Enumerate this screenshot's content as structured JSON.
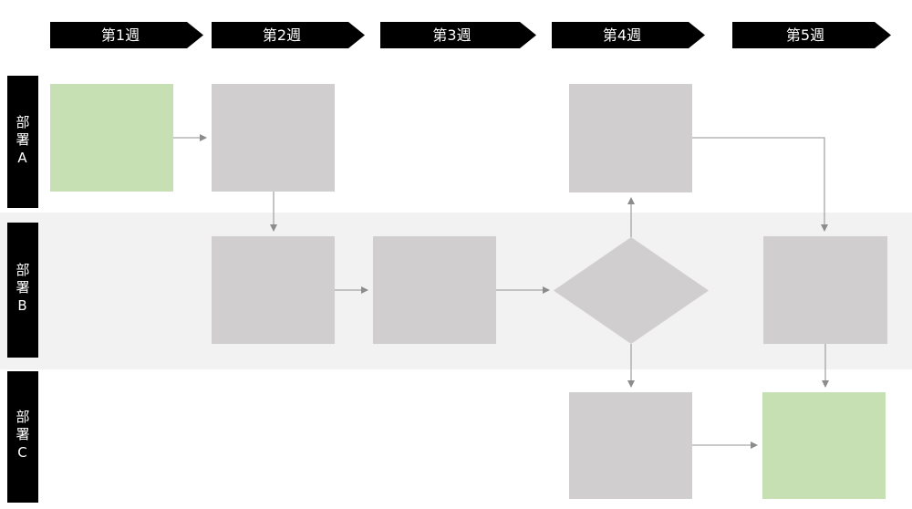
{
  "header": {
    "weeks": [
      {
        "label": "第1週"
      },
      {
        "label": "第2週"
      },
      {
        "label": "第3週"
      },
      {
        "label": "第4週"
      },
      {
        "label": "第5週"
      }
    ]
  },
  "lanes": [
    {
      "label": "部署A"
    },
    {
      "label": "部署B"
    },
    {
      "label": "部署C"
    }
  ],
  "diagram": {
    "type": "swimlane-flowchart",
    "nodes": [
      {
        "id": "a1",
        "lane": "部署A",
        "week": "第1週",
        "shape": "rect",
        "highlighted": true
      },
      {
        "id": "a2",
        "lane": "部署A",
        "week": "第2週",
        "shape": "rect",
        "highlighted": false
      },
      {
        "id": "a4",
        "lane": "部署A",
        "week": "第4週",
        "shape": "rect",
        "highlighted": false
      },
      {
        "id": "b2",
        "lane": "部署B",
        "week": "第2週",
        "shape": "rect",
        "highlighted": false
      },
      {
        "id": "b3",
        "lane": "部署B",
        "week": "第3週",
        "shape": "rect",
        "highlighted": false
      },
      {
        "id": "b4",
        "lane": "部署B",
        "week": "第4週",
        "shape": "diamond",
        "highlighted": false
      },
      {
        "id": "b5",
        "lane": "部署B",
        "week": "第5週",
        "shape": "rect",
        "highlighted": false
      },
      {
        "id": "c4",
        "lane": "部署C",
        "week": "第4週",
        "shape": "rect",
        "highlighted": false
      },
      {
        "id": "c5",
        "lane": "部署C",
        "week": "第5週",
        "shape": "rect",
        "highlighted": true
      }
    ],
    "edges": [
      {
        "from": "a1",
        "to": "a2"
      },
      {
        "from": "a2",
        "to": "b2"
      },
      {
        "from": "b2",
        "to": "b3"
      },
      {
        "from": "b3",
        "to": "b4"
      },
      {
        "from": "b4",
        "to": "a4"
      },
      {
        "from": "b4",
        "to": "c4"
      },
      {
        "from": "a4",
        "to": "b5"
      },
      {
        "from": "b5",
        "to": "c5"
      },
      {
        "from": "c4",
        "to": "c5"
      }
    ]
  },
  "colors": {
    "page-bg": "#ffffff",
    "band": "#f2f2f2",
    "banner-bg": "#000000",
    "banner-text": "#ffffff",
    "lane-bg": "#000000",
    "lane-text": "#ffffff",
    "box-gray": "#d0cece",
    "box-green": "#c6e0b4",
    "connector": "#a6a6a6",
    "connector-head": "#8c8c8c"
  }
}
